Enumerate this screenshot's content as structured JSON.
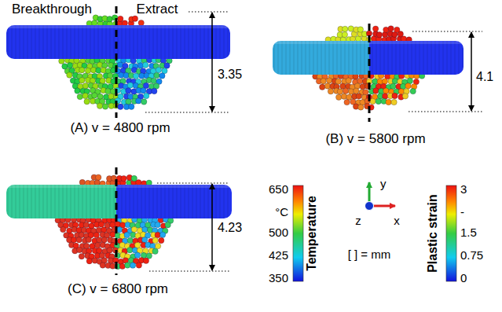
{
  "diagram": {
    "labels": [
      "Breakthrough",
      "Extract",
      "3.35",
      "(A) v = 4800 rpm",
      "4.1",
      "(B) v = 5800 rpm",
      "4.23",
      "(C) v = 6800 rpm",
      "650",
      "°C",
      "500",
      "425",
      "350",
      "Temperature",
      "y",
      "z",
      "x",
      "[ ] = mm",
      "3",
      "-",
      "1.5",
      "0.75",
      "0",
      "Plastic strain"
    ]
  }
}
